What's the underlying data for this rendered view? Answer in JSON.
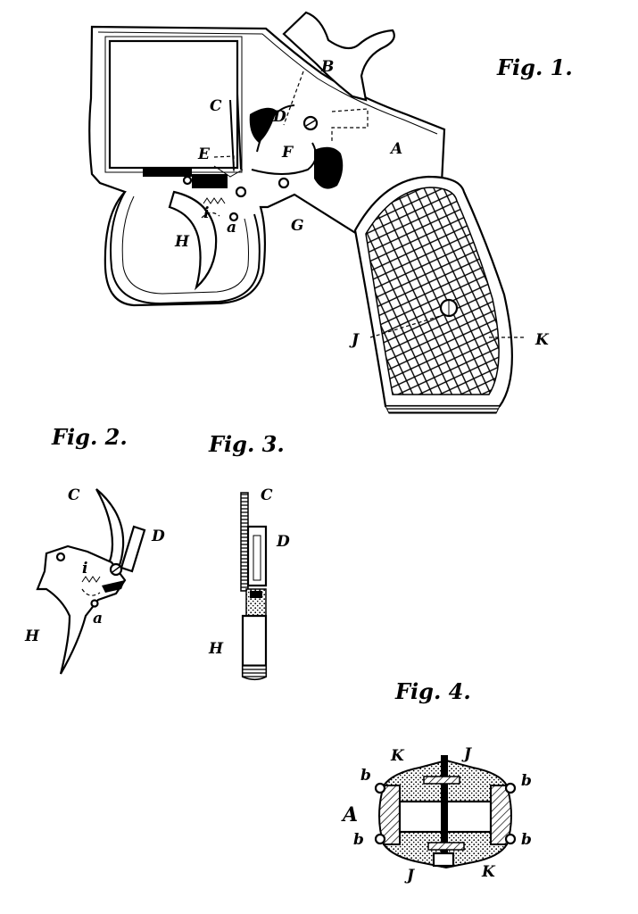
{
  "figures": {
    "fig1": {
      "title": "Fig. 1.",
      "labels": {
        "A": "A",
        "B": "B",
        "C": "C",
        "D": "D",
        "E": "E",
        "F": "F",
        "G": "G",
        "H": "H",
        "J": "J",
        "K": "K",
        "a": "a",
        "i": "i"
      }
    },
    "fig2": {
      "title": "Fig. 2.",
      "labels": {
        "C": "C",
        "D": "D",
        "H": "H",
        "i": "i",
        "a": "a"
      }
    },
    "fig3": {
      "title": "Fig. 3.",
      "labels": {
        "C": "C",
        "D": "D",
        "H": "H"
      }
    },
    "fig4": {
      "title": "Fig. 4.",
      "labels": {
        "K_top": "K",
        "J_top": "J",
        "A": "A",
        "b_tl": "b",
        "b_tr": "b",
        "b_bl": "b",
        "b_br": "b",
        "J_bottom": "J",
        "K_bottom": "K"
      }
    }
  }
}
